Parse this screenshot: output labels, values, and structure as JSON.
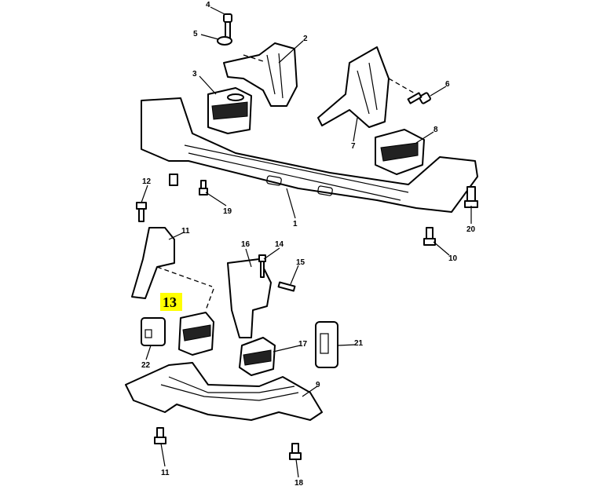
{
  "diagram": {
    "callouts": [
      "1",
      "2",
      "3",
      "4",
      "5",
      "6",
      "7",
      "8",
      "9",
      "10",
      "11",
      "12",
      "14",
      "15",
      "16",
      "14",
      "17",
      "18",
      "19",
      "20",
      "21",
      "22"
    ],
    "highlighted_callout": "13",
    "highlight_color": "#ffff00"
  }
}
